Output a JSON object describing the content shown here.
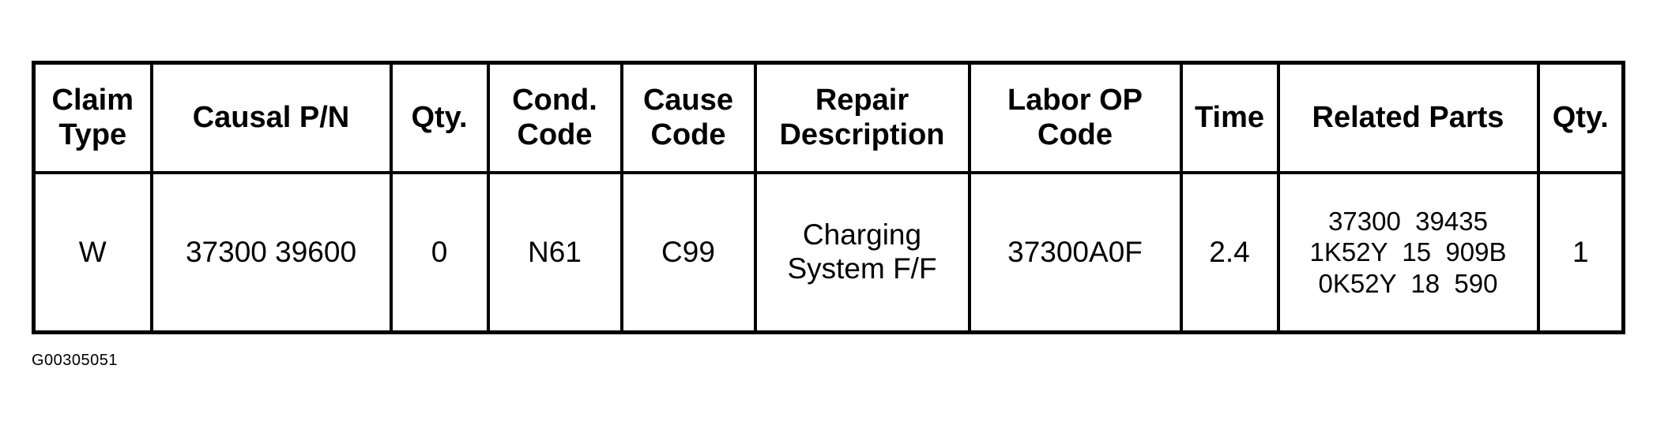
{
  "table": {
    "headers": [
      {
        "lines": [
          "Claim",
          "Type"
        ]
      },
      {
        "lines": [
          "Causal P/N"
        ]
      },
      {
        "lines": [
          "Qty."
        ]
      },
      {
        "lines": [
          "Cond.",
          "Code"
        ]
      },
      {
        "lines": [
          "Cause",
          "Code"
        ]
      },
      {
        "lines": [
          "Repair",
          "Description"
        ]
      },
      {
        "lines": [
          "Labor OP",
          "Code"
        ]
      },
      {
        "lines": [
          "Time"
        ]
      },
      {
        "lines": [
          "Related Parts"
        ]
      },
      {
        "lines": [
          "Qty."
        ]
      }
    ],
    "row": [
      {
        "lines": [
          "W"
        ]
      },
      {
        "lines": [
          "37300 39600"
        ]
      },
      {
        "lines": [
          "0"
        ]
      },
      {
        "lines": [
          "N61"
        ]
      },
      {
        "lines": [
          "C99"
        ]
      },
      {
        "lines": [
          "Charging",
          "System F/F"
        ]
      },
      {
        "lines": [
          "37300A0F"
        ]
      },
      {
        "lines": [
          "2.4"
        ]
      },
      {
        "lines": [
          "37300  39435",
          "1K52Y  15  909B",
          "0K52Y  18  590"
        ]
      },
      {
        "lines": [
          "1"
        ]
      }
    ]
  },
  "figure_id": "G00305051"
}
